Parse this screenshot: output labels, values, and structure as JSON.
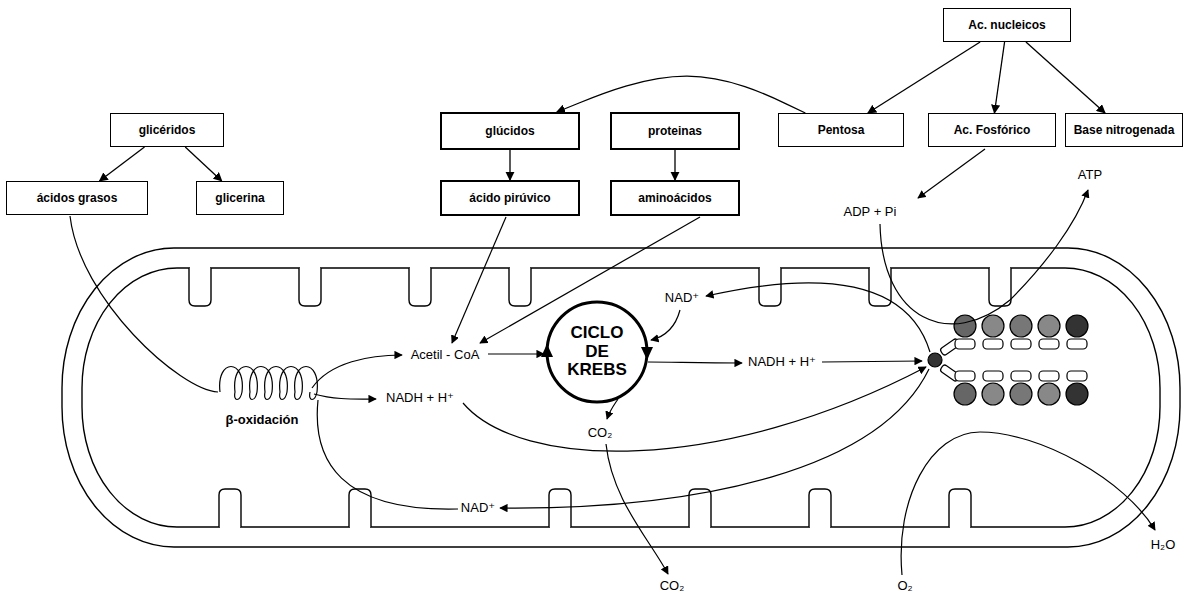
{
  "diagram": {
    "nodes": [
      {
        "text": [
          "Ac. nucleicos"
        ]
      },
      {
        "text": [
          "glicéridos"
        ]
      },
      {
        "text": [
          "glúcidos"
        ]
      },
      {
        "text": [
          "proteinas"
        ]
      },
      {
        "text": [
          "Pentosa"
        ]
      },
      {
        "text": [
          "Ac. Fosfórico"
        ]
      },
      {
        "text": [
          "Base nitrogenada"
        ]
      },
      {
        "text": [
          "ácidos grasos"
        ]
      },
      {
        "text": [
          "glicerina"
        ]
      },
      {
        "text": [
          "ácido pirúvico"
        ]
      },
      {
        "text": [
          "aminoácidos"
        ]
      },
      {
        "text": [
          "CICLO DE KREBS"
        ]
      }
    ],
    "edges": [
      {
        "from": 0,
        "to": 4,
        "arrow": "to"
      },
      {
        "from": 0,
        "to": 5,
        "arrow": "to"
      },
      {
        "from": 0,
        "to": 6,
        "arrow": "to"
      },
      {
        "from": 4,
        "to": 2,
        "arrow": "to"
      },
      {
        "from": 1,
        "to": 7,
        "arrow": "to"
      },
      {
        "from": 1,
        "to": 8,
        "arrow": "to"
      },
      {
        "from": 2,
        "to": 9,
        "arrow": "to"
      },
      {
        "from": 3,
        "to": 10,
        "arrow": "to"
      }
    ],
    "labels": [
      "ATP",
      "ADP + Pi",
      "NAD⁺",
      "Acetil - CoA",
      "NADH + H⁺",
      "NADH + H⁺",
      "β-oxidación",
      "CO₂",
      "NAD⁺",
      "H₂O",
      "CO₂",
      "O₂"
    ]
  }
}
